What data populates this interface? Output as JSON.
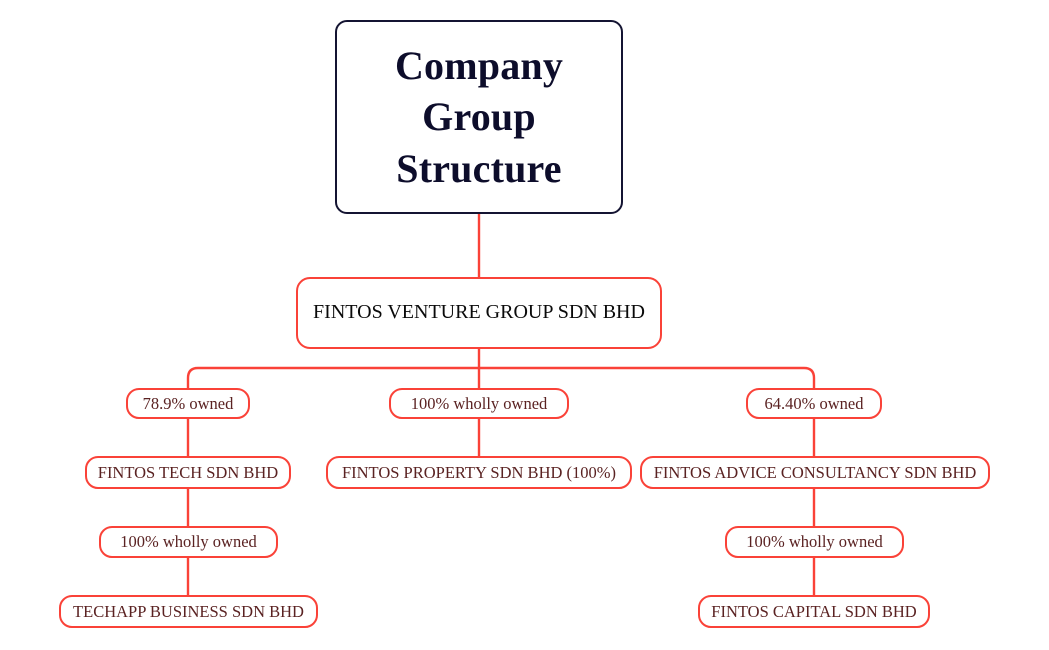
{
  "diagram": {
    "title": "Company Group Structure",
    "accent_color": "#fa4238",
    "title_border_color": "#141432",
    "title_text_color": "#0d0d2b",
    "node_text_color": "#5a2222",
    "parent_text_color": "#0a0a0a",
    "background_color": "#ffffff"
  },
  "nodes": {
    "root": {
      "label": "Company Group Structure",
      "line1": "Company",
      "line2": "Group",
      "line3": "Structure"
    },
    "holding": {
      "label": "FINTOS VENTURE GROUP SDN BHD"
    },
    "branches": [
      {
        "ownership": "78.9% owned",
        "company": "FINTOS TECH SDN BHD",
        "sub_ownership": "100% wholly owned",
        "sub_company": "TECHAPP BUSINESS SDN BHD"
      },
      {
        "ownership": "100% wholly owned",
        "company": "FINTOS PROPERTY SDN BHD (100%)",
        "sub_ownership": null,
        "sub_company": null
      },
      {
        "ownership": "64.40% owned",
        "company": "FINTOS ADVICE CONSULTANCY SDN BHD",
        "sub_ownership": "100% wholly owned",
        "sub_company": "FINTOS CAPITAL SDN BHD"
      }
    ]
  }
}
